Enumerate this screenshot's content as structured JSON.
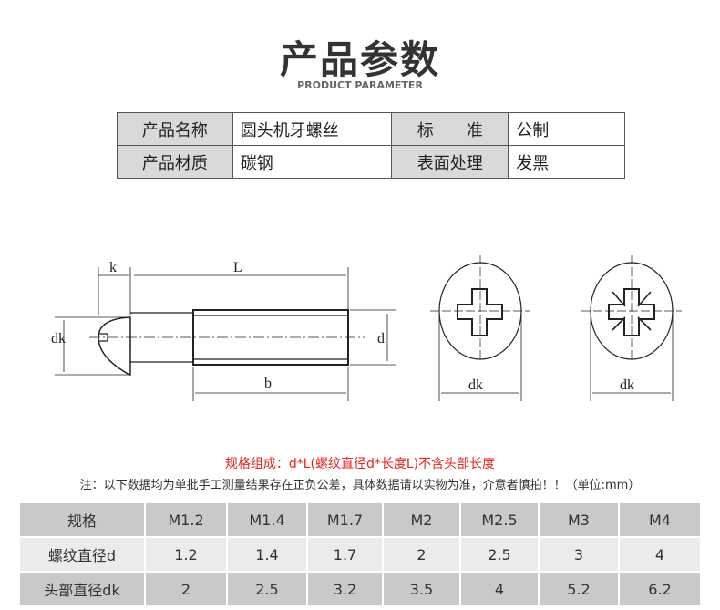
{
  "header": {
    "title": "产品参数",
    "subtitle": "PRODUCT PARAMETER"
  },
  "spec": {
    "rows": [
      {
        "label1": "产品名称",
        "value1": "圆头机牙螺丝",
        "label2": "标　　准",
        "value2": "公制"
      },
      {
        "label1": "产品材质",
        "value1": "碳钢",
        "label2": "表面处理",
        "value2": "发黑"
      }
    ]
  },
  "drawing": {
    "labels": {
      "k": "k",
      "L": "L",
      "dk": "dk",
      "d": "d",
      "b": "b",
      "dk_front1": "dk",
      "dk_front2": "dk"
    }
  },
  "spec_note": "规格组成：d*L(螺纹直径d*长度L)不含头部长度",
  "disclaimer": "注：以下数据均为单批手工测量结果存在正负公差，具体数据请以实物为准，介意者慎拍！！（单位:mm）",
  "sizes": {
    "header": [
      "规格",
      "M1.2",
      "M1.4",
      "M1.7",
      "M2",
      "M2.5",
      "M3",
      "M4"
    ],
    "rows": [
      [
        "螺纹直径d",
        "1.2",
        "1.4",
        "1.7",
        "2",
        "2.5",
        "3",
        "4"
      ],
      [
        "头部直径dk",
        "2",
        "2.5",
        "3.2",
        "3.5",
        "4",
        "5.2",
        "6.2"
      ]
    ]
  }
}
